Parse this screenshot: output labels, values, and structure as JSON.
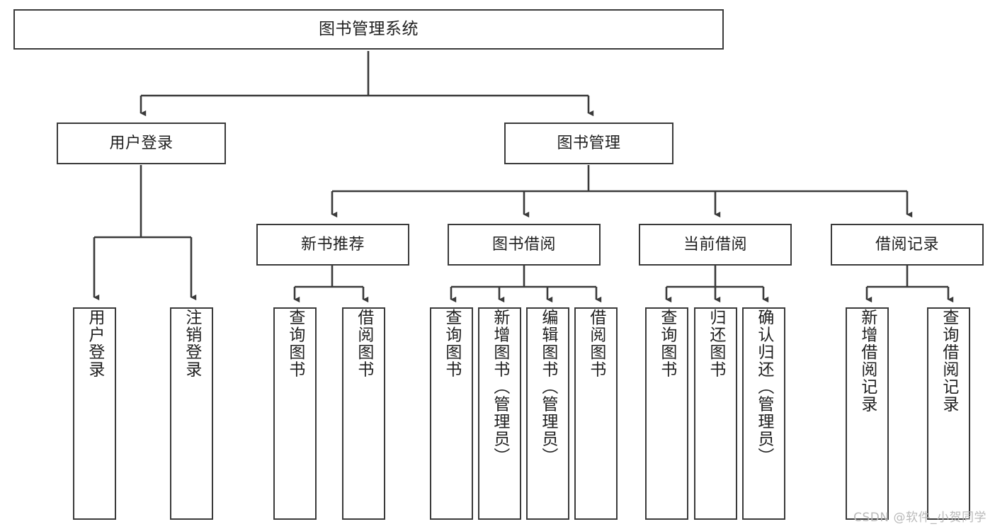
{
  "diagram": {
    "title": "图书管理系统",
    "watermark": "CSDN @软件_小贺同学",
    "colors": {
      "background": "#ffffff",
      "box_border": "#3a3a3a",
      "connector": "#3a3a3a",
      "text": "#1f1f1f",
      "watermark": "#b9b9b9"
    },
    "nodes": {
      "root": {
        "label": "图书管理系统"
      },
      "level2": [
        {
          "label": "用户登录"
        },
        {
          "label": "图书管理"
        }
      ],
      "level3": [
        {
          "label": "新书推荐"
        },
        {
          "label": "图书借阅"
        },
        {
          "label": "当前借阅"
        },
        {
          "label": "借阅记录"
        }
      ],
      "leaves": {
        "user_login": [
          {
            "label": "用户登录"
          },
          {
            "label": "注销登录"
          }
        ],
        "new_book_recommend": [
          {
            "label": "查询图书"
          },
          {
            "label": "借阅图书"
          }
        ],
        "book_borrow": [
          {
            "label": "查询图书"
          },
          {
            "label": "新增图书（管理员）"
          },
          {
            "label": "编辑图书（管理员）"
          },
          {
            "label": "借阅图书"
          }
        ],
        "current_borrow": [
          {
            "label": "查询图书"
          },
          {
            "label": "归还图书"
          },
          {
            "label": "确认归还（管理员）"
          }
        ],
        "borrow_record": [
          {
            "label": "新增借阅记录"
          },
          {
            "label": "查询借阅记录"
          }
        ]
      }
    }
  }
}
